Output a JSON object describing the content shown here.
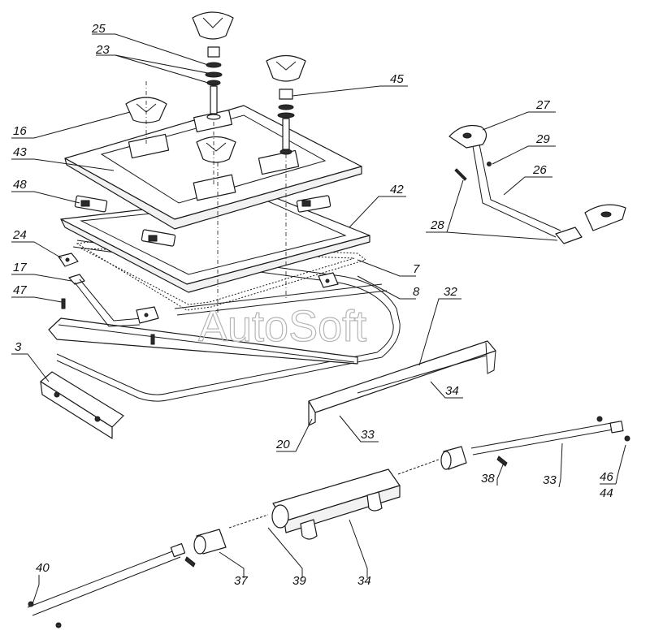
{
  "watermark": "AutoSoft",
  "callouts": [
    {
      "id": "c25",
      "text": "25"
    },
    {
      "id": "c23",
      "text": "23"
    },
    {
      "id": "c45",
      "text": "45"
    },
    {
      "id": "c16",
      "text": "16"
    },
    {
      "id": "c43",
      "text": "43"
    },
    {
      "id": "c48",
      "text": "48"
    },
    {
      "id": "c42",
      "text": "42"
    },
    {
      "id": "c24",
      "text": "24"
    },
    {
      "id": "c17",
      "text": "17"
    },
    {
      "id": "c47",
      "text": "47"
    },
    {
      "id": "c7",
      "text": "7"
    },
    {
      "id": "c8",
      "text": "8"
    },
    {
      "id": "c32",
      "text": "32"
    },
    {
      "id": "c3",
      "text": "3"
    },
    {
      "id": "c27",
      "text": "27"
    },
    {
      "id": "c29",
      "text": "29"
    },
    {
      "id": "c26",
      "text": "26"
    },
    {
      "id": "c28",
      "text": "28"
    },
    {
      "id": "c34a",
      "text": "34"
    },
    {
      "id": "c20",
      "text": "20"
    },
    {
      "id": "c33a",
      "text": "33"
    },
    {
      "id": "c38",
      "text": "38"
    },
    {
      "id": "c33b",
      "text": "33"
    },
    {
      "id": "c46",
      "text": "46"
    },
    {
      "id": "c44",
      "text": "44"
    },
    {
      "id": "c40",
      "text": "40"
    },
    {
      "id": "c37",
      "text": "37"
    },
    {
      "id": "c39",
      "text": "39"
    },
    {
      "id": "c34b",
      "text": "34"
    }
  ]
}
